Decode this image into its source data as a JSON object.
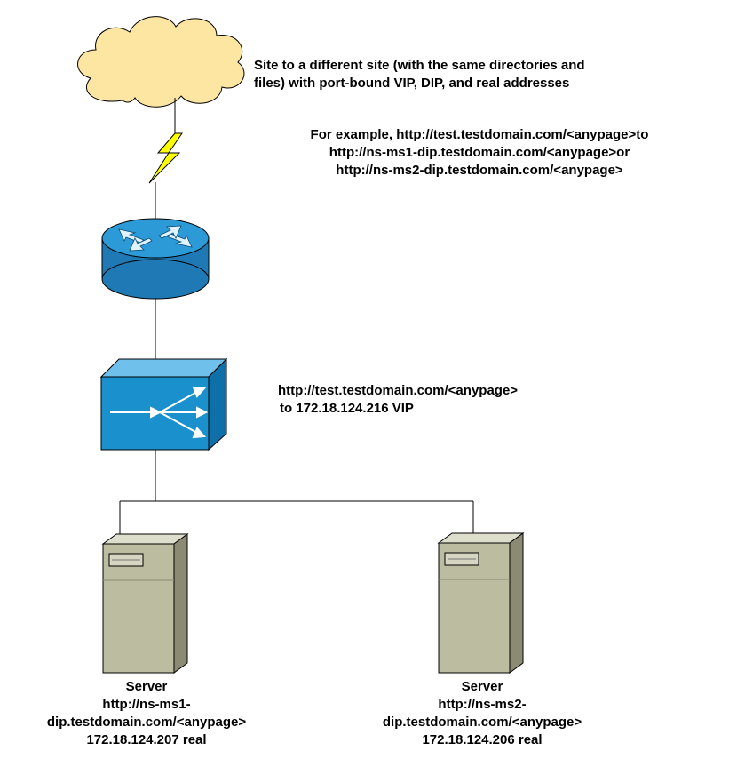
{
  "description_block": {
    "line1": "Site to a different site (with the same directories and",
    "line2": "files)  with port-bound VIP, DIP, and real addresses"
  },
  "example_block": {
    "line1": "For example, http://test.testdomain.com/<anypage>to",
    "line2": "http://ns-ms1-dip.testdomain.com/<anypage>or",
    "line3": "http://ns-ms2-dip.testdomain.com/<anypage>"
  },
  "vip_block": {
    "line1": "http://test.testdomain.com/<anypage>",
    "line2": "to 172.18.124.216 VIP"
  },
  "servers": [
    {
      "label": "Server",
      "url_line1": "http://ns-ms1-",
      "url_line2": "dip.testdomain.com/<anypage>",
      "address": "172.18.124.207 real"
    },
    {
      "label": "Server",
      "url_line1": "http://ns-ms2-",
      "url_line2": "dip.testdomain.com/<anypage>",
      "address": "172.18.124.206 real"
    }
  ],
  "colors": {
    "cloud_fill": "#fde5a2",
    "lightning_fill": "#ffff00",
    "router_fill": "#1f88c2",
    "switch_fill": "#1a90cc",
    "server_fill": "#bcbca0"
  }
}
